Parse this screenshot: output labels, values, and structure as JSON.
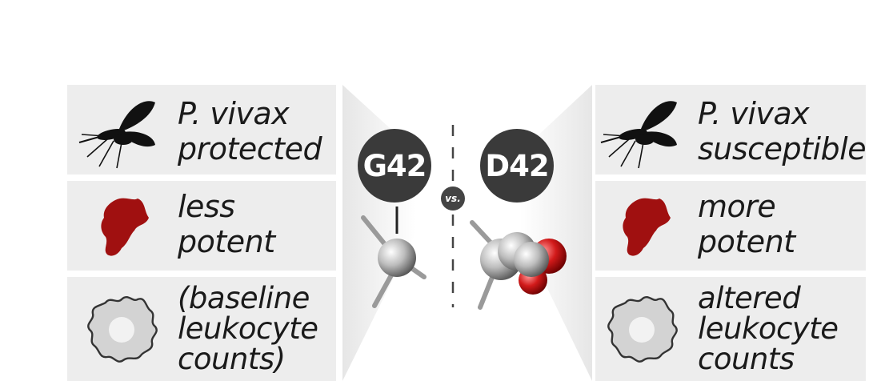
{
  "left": {
    "variant": "G42",
    "rows": [
      {
        "lines": [
          "P. vivax",
          "protected"
        ],
        "icon": "mosquito-icon"
      },
      {
        "lines": [
          "less",
          "potent"
        ],
        "icon": "chemokine-blob-icon"
      },
      {
        "lines": [
          "(baseline",
          "leukocyte",
          "counts)"
        ],
        "icon": "leukocyte-icon"
      }
    ]
  },
  "right": {
    "variant": "D42",
    "rows": [
      {
        "lines": [
          "P. vivax",
          "susceptible"
        ],
        "icon": "mosquito-icon"
      },
      {
        "lines": [
          "more",
          "potent"
        ],
        "icon": "chemokine-blob-icon"
      },
      {
        "lines": [
          "altered",
          "leukocyte",
          "counts"
        ],
        "icon": "leukocyte-icon"
      }
    ]
  },
  "center": {
    "vs_label": "vs."
  },
  "colors": {
    "panel": "#ededed",
    "badge": "#3a3a3a",
    "blob": "#a01010",
    "oxygen": "#d21a1a"
  }
}
